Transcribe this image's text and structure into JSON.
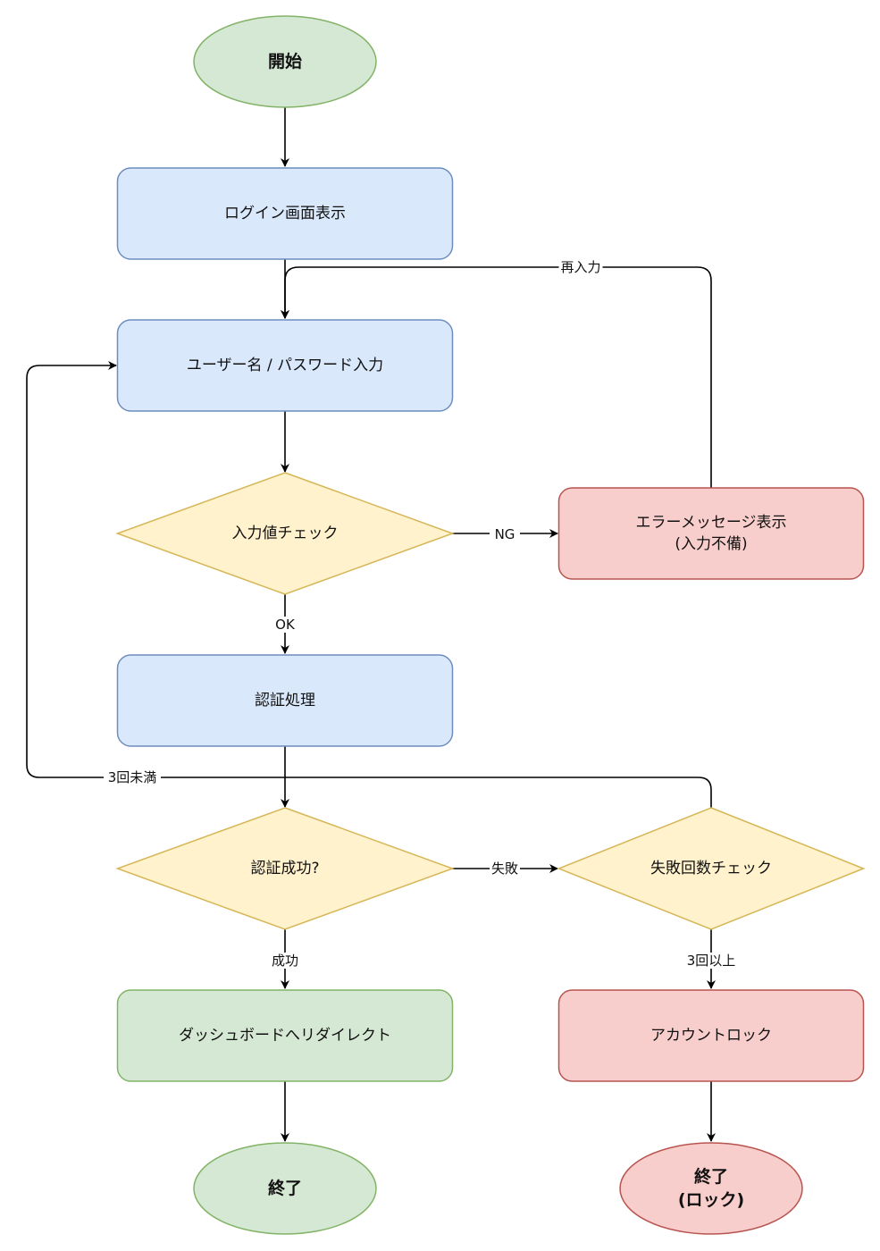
{
  "diagram": {
    "type": "flowchart",
    "colors": {
      "process_fill": "#dae8fc",
      "process_stroke": "#6c8ebf",
      "decision_fill": "#fff2cc",
      "decision_stroke": "#d6b656",
      "terminal_fill": "#d5e8d4",
      "terminal_stroke": "#82b366",
      "error_fill": "#f8cecc",
      "error_stroke": "#b85450",
      "edge": "#000000"
    },
    "nodes": {
      "start": {
        "label": [
          "開始"
        ],
        "shape": "ellipse",
        "style": "terminal"
      },
      "login_screen": {
        "label": [
          "ログイン画面表示"
        ],
        "shape": "rounded-rect",
        "style": "process"
      },
      "credentials_input": {
        "label": [
          "ユーザー名 / パスワード入力"
        ],
        "shape": "rounded-rect",
        "style": "process"
      },
      "input_check": {
        "label": [
          "入力値チェック"
        ],
        "shape": "diamond",
        "style": "decision"
      },
      "error_message": {
        "label": [
          "エラーメッセージ表示",
          "(入力不備)"
        ],
        "shape": "rounded-rect",
        "style": "error"
      },
      "auth_process": {
        "label": [
          "認証処理"
        ],
        "shape": "rounded-rect",
        "style": "process"
      },
      "auth_success": {
        "label": [
          "認証成功?"
        ],
        "shape": "diamond",
        "style": "decision"
      },
      "fail_count_check": {
        "label": [
          "失敗回数チェック"
        ],
        "shape": "diamond",
        "style": "decision"
      },
      "dashboard_redirect": {
        "label": [
          "ダッシュボードへリダイレクト"
        ],
        "shape": "rounded-rect",
        "style": "terminal"
      },
      "account_lock": {
        "label": [
          "アカウントロック"
        ],
        "shape": "rounded-rect",
        "style": "error"
      },
      "end": {
        "label": [
          "終了"
        ],
        "shape": "ellipse",
        "style": "terminal"
      },
      "end_lock": {
        "label": [
          "終了",
          "(ロック)"
        ],
        "shape": "ellipse",
        "style": "error"
      }
    },
    "edges": [
      {
        "from": "start",
        "to": "login_screen",
        "label": ""
      },
      {
        "from": "login_screen",
        "to": "credentials_input",
        "label": ""
      },
      {
        "from": "credentials_input",
        "to": "input_check",
        "label": ""
      },
      {
        "from": "input_check",
        "to": "error_message",
        "label": "NG"
      },
      {
        "from": "error_message",
        "to": "credentials_input",
        "label": "再入力"
      },
      {
        "from": "input_check",
        "to": "auth_process",
        "label": "OK"
      },
      {
        "from": "auth_process",
        "to": "auth_success",
        "label": ""
      },
      {
        "from": "auth_success",
        "to": "fail_count_check",
        "label": "失敗"
      },
      {
        "from": "fail_count_check",
        "to": "credentials_input",
        "label": "3回未満"
      },
      {
        "from": "auth_success",
        "to": "dashboard_redirect",
        "label": "成功"
      },
      {
        "from": "fail_count_check",
        "to": "account_lock",
        "label": "3回以上"
      },
      {
        "from": "dashboard_redirect",
        "to": "end",
        "label": ""
      },
      {
        "from": "account_lock",
        "to": "end_lock",
        "label": ""
      }
    ]
  }
}
